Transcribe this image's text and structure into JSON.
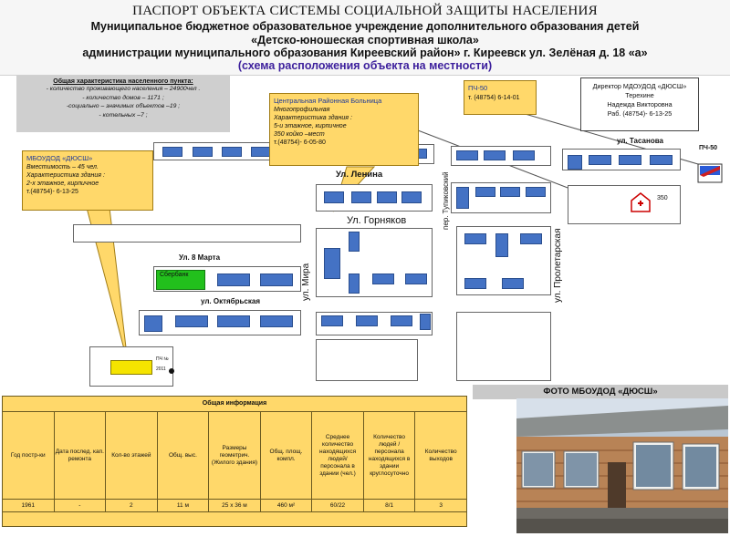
{
  "header": {
    "line1": "ПАСПОРТ ОБЪЕКТА СИСТЕМЫ СОЦИАЛЬНОЙ ЗАЩИТЫ НАСЕЛЕНИЯ",
    "line2": "Муниципальное бюджетное образовательное учреждение дополнительного образования детей",
    "line3": "«Детско-юношеская спортивная школа»",
    "line4": "администрации муниципального образования Киреевский район» г. Киреевск ул. Зелёная д. 18 «а»",
    "line5": "(схема расположения объекта на местности)"
  },
  "general": {
    "title": "Общая характеристика населенного пункта:",
    "rows": [
      "- количество проживающего населения – 24900чел .",
      "- количество домов – 1171 ;",
      "-социально – значимых объектов –19 ;",
      "- котельных –7 ;"
    ]
  },
  "callouts": {
    "dyussh": {
      "title": "МБОУДОД «ДЮСШ»",
      "lines": [
        "Вместимость – 45 чел.",
        "Характеристика здания :",
        "2-х этажное, кирпичное"
      ],
      "phone": "т.(48754)- 6-13-25"
    },
    "hospital": {
      "title": "Центральная Районная Больница",
      "lines": [
        "Многопрофильная",
        "Характеристика здания :",
        "5-и этажное, кирпичное",
        "350 койко –мест"
      ],
      "phone": "т.(48754)- 6-05-80"
    },
    "fire": {
      "title": "ПЧ-50",
      "phone": "т. (48754) 6-14-01"
    }
  },
  "director": {
    "role": "Директор МДОУДОД «ДЮСШ»",
    "surname": "Терехине",
    "name": "Надежда Викторовна",
    "phone": "Раб. (48754)- 6-13-25"
  },
  "map": {
    "streets": {
      "lenina": "Ул. Ленина",
      "gornyakov": "Ул. Горняков",
      "tasanova": "ул. Тасанова",
      "marta": "Ул. 8 Марта",
      "oktyabrskaya": "ул. Октябрьская",
      "mira": "ул. Мира",
      "proletarskaya": "ул. Пролетарская",
      "tupikovskogo": "пер. Тупиковский"
    },
    "labels": {
      "sberbank": "Сбербанк",
      "hospital_350": "350",
      "pch50": "ПЧ-50",
      "small_a": "ПЧ №",
      "small_b": "2011"
    }
  },
  "table": {
    "title": "Общая информация",
    "headers": [
      "Год постр-ки",
      "Дата послед. кап. ремонта",
      "Кол-во этажей",
      "Общ. выс.",
      "Размеры геометрич. (Жилого здания)",
      "Общ. площ. компл.",
      "Среднее количество находящихся людей/ персонала в здании (чел.)",
      "Количество людей / персонала находящихся в здании круглосуточно",
      "Количество выходов"
    ],
    "values": [
      "1961",
      "-",
      "2",
      "11 м",
      "25 х 36 м",
      "460 м²",
      "60/22",
      "8/1",
      "3"
    ]
  },
  "photo": {
    "title": "ФОТО МБОУДОД «ДЮСШ»"
  },
  "colors": {
    "callout": "#ffd86a",
    "building": "#4472c4",
    "sberbank": "#22c01c",
    "accent_text": "#3c1f9c"
  }
}
